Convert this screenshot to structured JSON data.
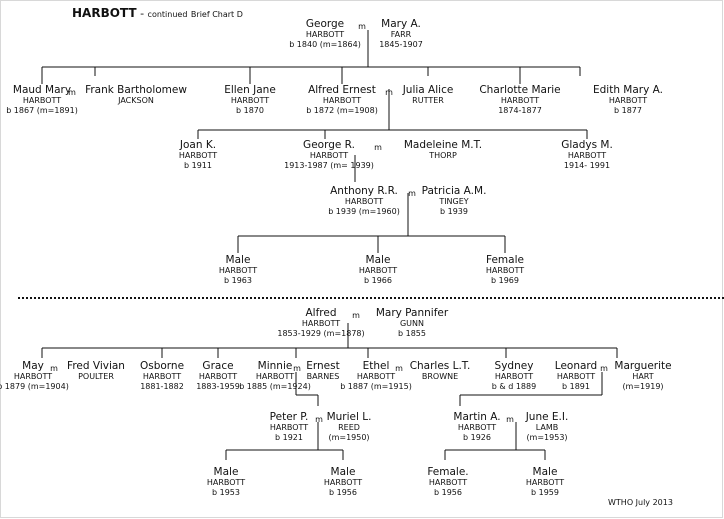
{
  "title": {
    "surname": "HARBOTT",
    "dash": " - ",
    "suffix": "continued",
    "chart": "Brief Chart D"
  },
  "marriage_symbol": "m",
  "footer": "WTHO July 2013",
  "persons": {
    "george": {
      "name": "George",
      "surname": "HARBOTT",
      "dates": "b 1840 (m=1864)"
    },
    "mary_a": {
      "name": "Mary A.",
      "surname": "FARR",
      "dates": "1845-1907"
    },
    "maud": {
      "name": "Maud Mary",
      "surname": "HARBOTT",
      "dates": "b 1867 (m=1891)"
    },
    "frank": {
      "name": "Frank Bartholomew",
      "surname": "JACKSON",
      "dates": ""
    },
    "ellen": {
      "name": "Ellen Jane",
      "surname": "HARBOTT",
      "dates": "b 1870"
    },
    "alfred_e": {
      "name": "Alfred Ernest",
      "surname": "HARBOTT",
      "dates": "b 1872 (m=1908)"
    },
    "julia": {
      "name": "Julia Alice",
      "surname": "RUTTER",
      "dates": ""
    },
    "charlotte": {
      "name": "Charlotte Marie",
      "surname": "HARBOTT",
      "dates": "1874-1877"
    },
    "edith": {
      "name": "Edith Mary A.",
      "surname": "HARBOTT",
      "dates": "b 1877"
    },
    "joan": {
      "name": "Joan K.",
      "surname": "HARBOTT",
      "dates": "b 1911"
    },
    "george_r": {
      "name": "George R.",
      "surname": "HARBOTT",
      "dates": "1913-1987 (m= 1939)"
    },
    "madeleine": {
      "name": "Madeleine M.T.",
      "surname": "THORP",
      "dates": ""
    },
    "gladys": {
      "name": "Gladys M.",
      "surname": "HARBOTT",
      "dates": "1914- 1991"
    },
    "anthony": {
      "name": "Anthony R.R.",
      "surname": "HARBOTT",
      "dates": "b 1939 (m=1960)"
    },
    "patricia": {
      "name": "Patricia A.M.",
      "surname": "TINGEY",
      "dates": "b 1939"
    },
    "male1": {
      "name": "Male",
      "surname": "HARBOTT",
      "dates": "b 1963"
    },
    "male2": {
      "name": "Male",
      "surname": "HARBOTT",
      "dates": "b 1966"
    },
    "female1": {
      "name": "Female",
      "surname": "HARBOTT",
      "dates": "b 1969"
    },
    "alfred": {
      "name": "Alfred",
      "surname": "HARBOTT",
      "dates": "1853-1929 (m=1878)"
    },
    "mary_p": {
      "name": "Mary Pannifer",
      "surname": "GUNN",
      "dates": "b 1855"
    },
    "may": {
      "name": "May",
      "surname": "HARBOTT",
      "dates": "b 1879 (m=1904)"
    },
    "fred": {
      "name": "Fred Vivian",
      "surname": "POULTER",
      "dates": ""
    },
    "osborne": {
      "name": "Osborne",
      "surname": "HARBOTT",
      "dates": "1881-1882"
    },
    "grace": {
      "name": "Grace",
      "surname": "HARBOTT",
      "dates": "1883-1959"
    },
    "minnie": {
      "name": "Minnie",
      "surname": "HARBOTT",
      "dates": "b 1885 (m=1924)"
    },
    "ernest": {
      "name": "Ernest",
      "surname": "BARNES",
      "dates": ""
    },
    "ethel": {
      "name": "Ethel",
      "surname": "HARBOTT",
      "dates": "b 1887 (m=1915)"
    },
    "charles": {
      "name": "Charles L.T.",
      "surname": "BROWNE",
      "dates": ""
    },
    "sydney": {
      "name": "Sydney",
      "surname": "HARBOTT",
      "dates": "b & d 1889"
    },
    "leonard": {
      "name": "Leonard",
      "surname": "HARBOTT",
      "dates": "b 1891"
    },
    "marguerite": {
      "name": "Marguerite",
      "surname": "HART",
      "dates": "(m=1919)"
    },
    "peter": {
      "name": "Peter P.",
      "surname": "HARBOTT",
      "dates": "b 1921"
    },
    "muriel": {
      "name": "Muriel L.",
      "surname": "REED",
      "dates": "(m=1950)"
    },
    "martin": {
      "name": "Martin A.",
      "surname": "HARBOTT",
      "dates": "b 1926"
    },
    "june": {
      "name": "June E.I.",
      "surname": "LAMB",
      "dates": "(m=1953)"
    },
    "male3": {
      "name": "Male",
      "surname": "HARBOTT",
      "dates": "b 1953"
    },
    "male4": {
      "name": "Male",
      "surname": "HARBOTT",
      "dates": "b 1956"
    },
    "female2": {
      "name": "Female.",
      "surname": "HARBOTT",
      "dates": "b 1956"
    },
    "male5": {
      "name": "Male",
      "surname": "HARBOTT",
      "dates": "b 1959"
    }
  }
}
